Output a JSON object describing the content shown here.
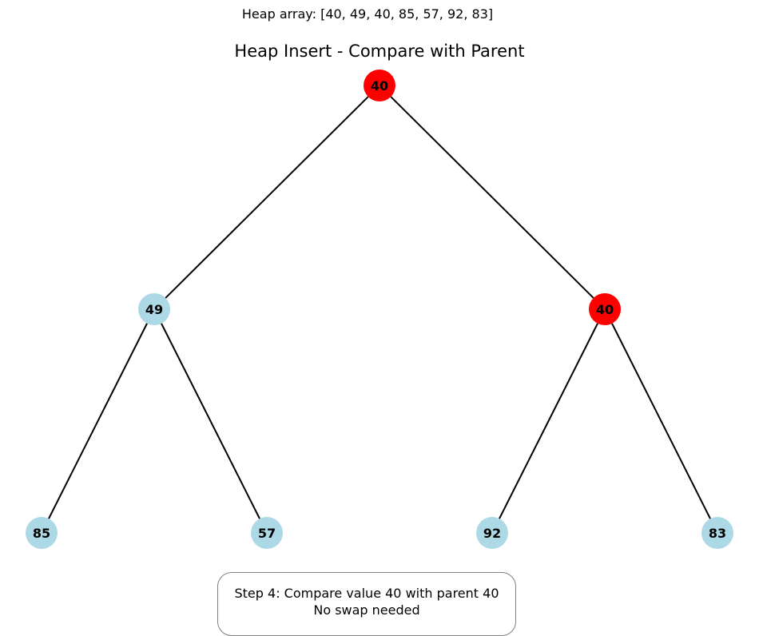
{
  "heap_array_text": "Heap array: [40, 49, 40, 85, 57, 92, 83]",
  "title": "Heap Insert - Compare with Parent",
  "step": {
    "line1": "Step 4: Compare value 40 with parent 40",
    "line2": "No swap needed"
  },
  "colors": {
    "highlight": "#ff0000",
    "normal": "#add8e6",
    "edge": "#000000"
  },
  "tree": {
    "nodes": [
      {
        "value": "40",
        "highlighted": true
      },
      {
        "value": "49",
        "highlighted": false
      },
      {
        "value": "40",
        "highlighted": true
      },
      {
        "value": "85",
        "highlighted": false
      },
      {
        "value": "57",
        "highlighted": false
      },
      {
        "value": "92",
        "highlighted": false
      },
      {
        "value": "83",
        "highlighted": false
      }
    ],
    "edges": [
      [
        0,
        1
      ],
      [
        0,
        2
      ],
      [
        1,
        3
      ],
      [
        1,
        4
      ],
      [
        2,
        5
      ],
      [
        2,
        6
      ]
    ]
  }
}
